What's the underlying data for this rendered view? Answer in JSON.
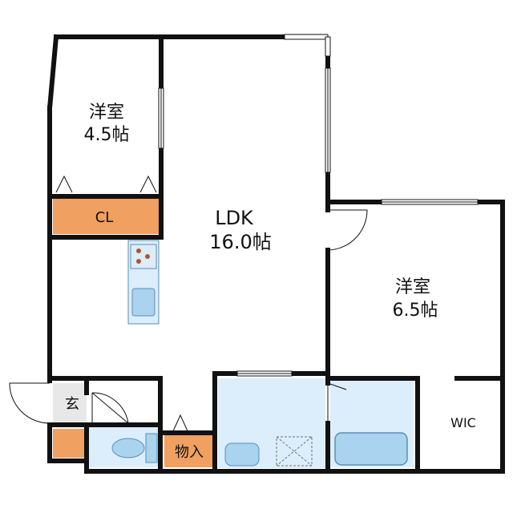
{
  "rooms": {
    "western_room_1": {
      "name": "洋室",
      "size": "4.5帖"
    },
    "ldk": {
      "name": "LDK",
      "size": "16.0帖"
    },
    "western_room_2": {
      "name": "洋室",
      "size": "6.5帖"
    },
    "closet": {
      "name": "CL"
    },
    "entrance": {
      "name": "玄"
    },
    "storage": {
      "name": "物入"
    },
    "wic": {
      "name": "WIC"
    }
  },
  "colors": {
    "wall": "#111111",
    "closet_fill": "#f0a060",
    "wet_area_fill": "#dcedfb",
    "fixture_fill": "#a9d3ee",
    "fixture_stroke": "#5b8fb5",
    "entrance_fill": "#e8e8e8",
    "window": "#9a9a9a"
  }
}
